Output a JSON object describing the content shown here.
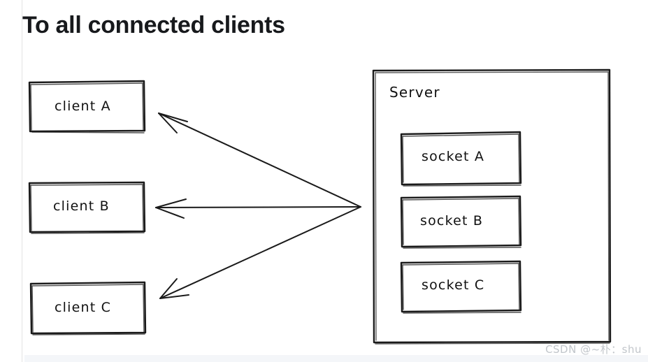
{
  "page": {
    "title": "To all connected clients",
    "background_color": "#ffffff",
    "ink_color": "#1a1a1a",
    "title_color": "#17191c"
  },
  "diagram": {
    "type": "hand-drawn-sketch",
    "clients": [
      {
        "label": "client A"
      },
      {
        "label": "client B"
      },
      {
        "label": "client C"
      }
    ],
    "server": {
      "label": "Server",
      "sockets": [
        {
          "label": "socket A"
        },
        {
          "label": "socket B"
        },
        {
          "label": "socket C"
        }
      ]
    },
    "arrows": [
      {
        "from": "server",
        "to": "client A",
        "direction": "server-to-client"
      },
      {
        "from": "server",
        "to": "client B",
        "direction": "server-to-client"
      },
      {
        "from": "server",
        "to": "client C",
        "direction": "server-to-client"
      }
    ]
  },
  "watermark": {
    "text": "CSDN @~朴：shu",
    "color": "#c2c6cb"
  }
}
